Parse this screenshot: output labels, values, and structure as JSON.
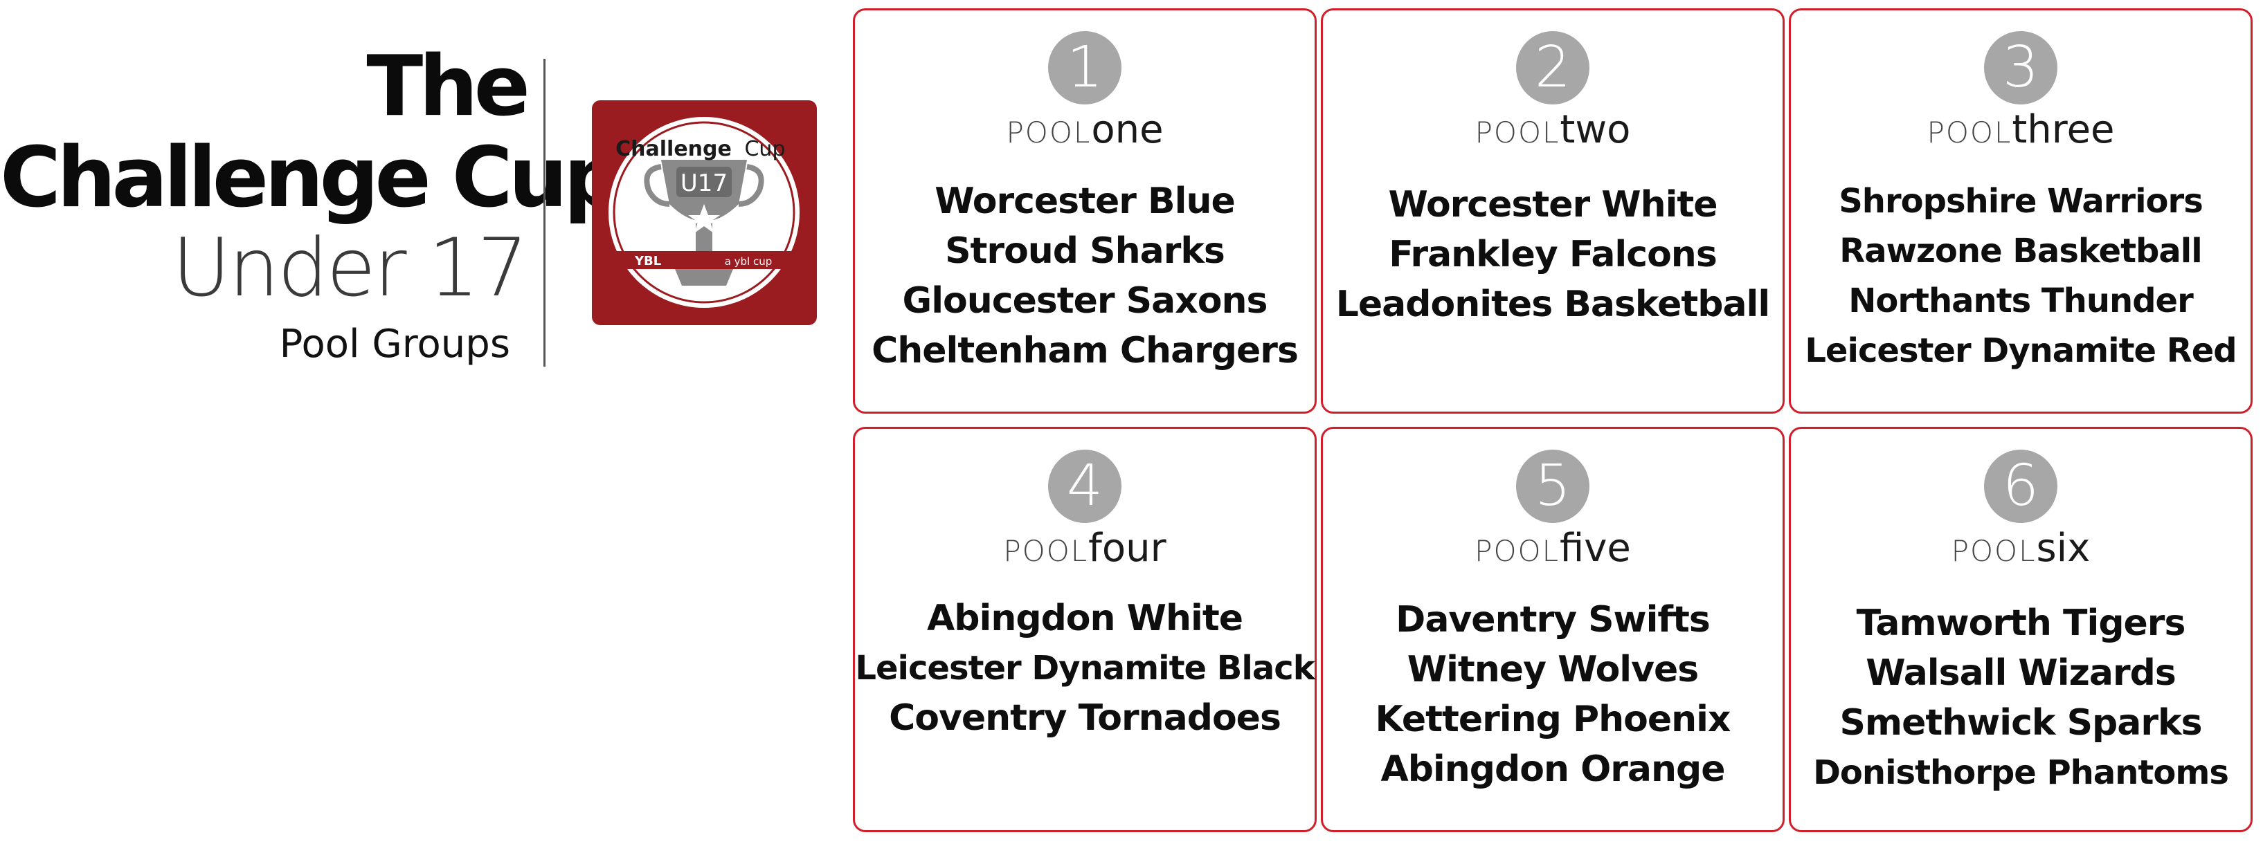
{
  "header": {
    "title_line1": "The",
    "title_line2": "Challenge Cup",
    "subtitle": "Under 17",
    "caption": "Pool Groups"
  },
  "logo": {
    "name_part1": "Challenge",
    "name_part2": "Cup",
    "badge": "U17",
    "org": "YBL",
    "tagline": "a ybl cup",
    "colors": {
      "background": "#9b1c20",
      "trophy": "#8a8a8a"
    }
  },
  "pools": [
    {
      "number": "1",
      "prefix": "POOL",
      "name": "one",
      "teams": [
        "Worcester Blue",
        "Stroud Sharks",
        "Gloucester Saxons",
        "Cheltenham Chargers"
      ]
    },
    {
      "number": "2",
      "prefix": "POOL",
      "name": "two",
      "teams": [
        "Worcester White",
        "Frankley Falcons",
        "Leadonites Basketball"
      ]
    },
    {
      "number": "3",
      "prefix": "POOL",
      "name": "three",
      "teams": [
        "Shropshire Warriors",
        "Rawzone Basketball",
        "Northants Thunder",
        "Leicester Dynamite Red"
      ]
    },
    {
      "number": "4",
      "prefix": "POOL",
      "name": "four",
      "teams": [
        "Abingdon White",
        "Leicester Dynamite Black",
        "Coventry Tornadoes"
      ]
    },
    {
      "number": "5",
      "prefix": "POOL",
      "name": "five",
      "teams": [
        "Daventry Swifts",
        "Witney Wolves",
        "Kettering Phoenix",
        "Abingdon Orange"
      ]
    },
    {
      "number": "6",
      "prefix": "POOL",
      "name": "six",
      "teams": [
        "Tamworth Tigers",
        "Walsall Wizards",
        "Smethwick Sparks",
        "Donisthorpe Phantoms"
      ]
    }
  ],
  "theme": {
    "card_border": "#d01f2a",
    "number_circle": "#a7a7a7"
  }
}
